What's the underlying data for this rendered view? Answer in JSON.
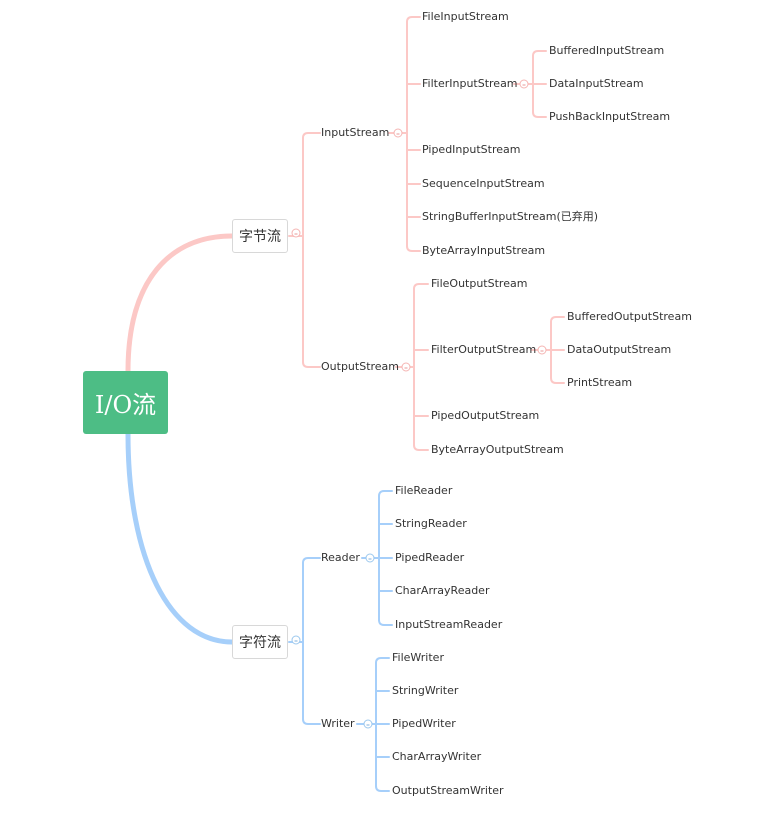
{
  "colors": {
    "root_bg": "#4dbd85",
    "byte_branch": "#fcc8c6",
    "char_branch": "#a6cffa"
  },
  "root": {
    "label": "I/O流"
  },
  "byte_stream": {
    "label": "字节流",
    "input": {
      "label": "InputStream",
      "items": [
        "FileInputStream",
        "FilterInputStream",
        "PipedInputStream",
        "SequenceInputStream",
        "StringBufferInputStream(已弃用)",
        "ByteArrayInputStream"
      ],
      "filter_children": [
        "BufferedInputStream",
        "DataInputStream",
        "PushBackInputStream"
      ]
    },
    "output": {
      "label": "OutputStream",
      "items": [
        "FileOutputStream",
        "FilterOutputStream",
        "PipedOutputStream",
        "ByteArrayOutputStream"
      ],
      "filter_children": [
        "BufferedOutputStream",
        "DataOutputStream",
        "PrintStream"
      ]
    }
  },
  "char_stream": {
    "label": "字符流",
    "reader": {
      "label": "Reader",
      "items": [
        "FileReader",
        "StringReader",
        "PipedReader",
        "CharArrayReader",
        "InputStreamReader"
      ]
    },
    "writer": {
      "label": "Writer",
      "items": [
        "FileWriter",
        "StringWriter",
        "PipedWriter",
        "CharArrayWriter",
        "OutputStreamWriter"
      ]
    }
  }
}
